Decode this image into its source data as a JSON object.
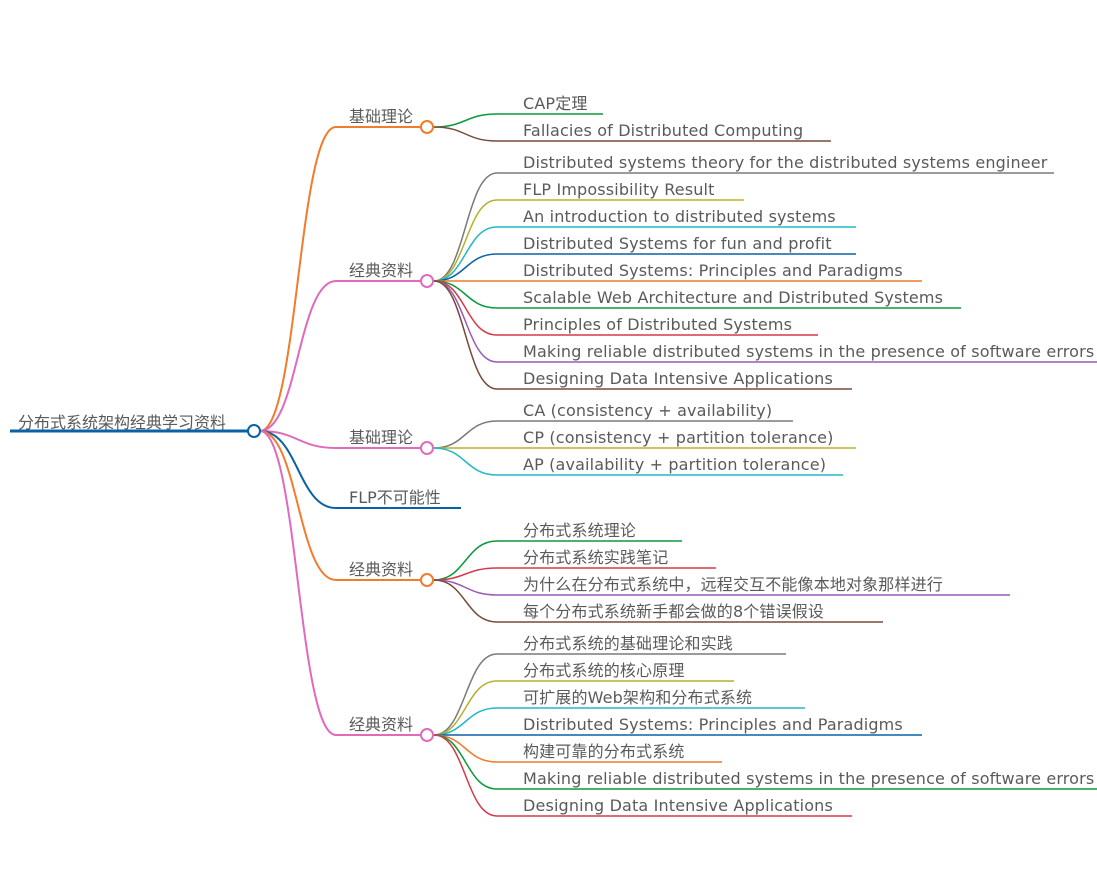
{
  "root": {
    "label": "分布式系统架构经典学习资料",
    "color": "#0a62a6"
  },
  "branches": [
    {
      "label": "基础理论",
      "color": "#f07c2c",
      "children": [
        {
          "label": "CAP定理",
          "color": "#0a9a3a"
        },
        {
          "label": "Fallacies of Distributed Computing",
          "color": "#7a4a3a"
        }
      ]
    },
    {
      "label": "经典资料",
      "color": "#e06bbd",
      "children": [
        {
          "label": "Distributed systems theory for the distributed systems engineer",
          "color": "#7a7a7a"
        },
        {
          "label": "FLP Impossibility Result",
          "color": "#b8b02a"
        },
        {
          "label": "An introduction to distributed systems",
          "color": "#22b8c8"
        },
        {
          "label": "Distributed Systems for fun and profit",
          "color": "#0a62a6"
        },
        {
          "label": "Distributed Systems: Principles and Paradigms",
          "color": "#f07c2c"
        },
        {
          "label": "Scalable Web Architecture and Distributed Systems",
          "color": "#0a9a3a"
        },
        {
          "label": "Principles of Distributed Systems",
          "color": "#d63a4a"
        },
        {
          "label": "Making reliable distributed systems in the presence of software errors",
          "color": "#9a5ab8"
        },
        {
          "label": "Designing Data Intensive Applications",
          "color": "#7a4a3a"
        }
      ]
    },
    {
      "label": "基础理论",
      "color": "#e06bbd",
      "children": [
        {
          "label": "CA (consistency + availability)",
          "color": "#7a7a7a"
        },
        {
          "label": "CP (consistency + partition tolerance)",
          "color": "#b8b02a"
        },
        {
          "label": "AP (availability + partition tolerance)",
          "color": "#22b8c8"
        }
      ]
    },
    {
      "label": "FLP不可能性",
      "color": "#0a62a6",
      "children": []
    },
    {
      "label": "经典资料",
      "color": "#f07c2c",
      "children": [
        {
          "label": "分布式系统理论",
          "color": "#0a9a3a"
        },
        {
          "label": "分布式系统实践笔记",
          "color": "#d63a4a"
        },
        {
          "label": "为什么在分布式系统中，远程交互不能像本地对象那样进行",
          "color": "#9a5ab8"
        },
        {
          "label": "每个分布式系统新手都会做的8个错误假设",
          "color": "#7a4a3a"
        }
      ]
    },
    {
      "label": "经典资料",
      "color": "#e06bbd",
      "children": [
        {
          "label": "分布式系统的基础理论和实践",
          "color": "#7a7a7a"
        },
        {
          "label": "分布式系统的核心原理",
          "color": "#b8b02a"
        },
        {
          "label": "可扩展的Web架构和分布式系统",
          "color": "#22b8c8"
        },
        {
          "label": "Distributed Systems: Principles and Paradigms",
          "color": "#0a62a6"
        },
        {
          "label": "构建可靠的分布式系统",
          "color": "#f07c2c"
        },
        {
          "label": "Making reliable distributed systems in the presence of software errors",
          "color": "#0a9a3a"
        },
        {
          "label": "Designing Data Intensive Applications",
          "color": "#d63a4a"
        }
      ]
    }
  ]
}
